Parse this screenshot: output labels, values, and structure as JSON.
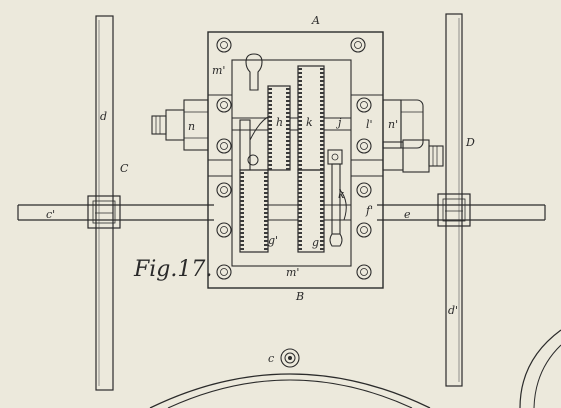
{
  "figure": {
    "caption": "Fig.17.",
    "colors": {
      "paper": "#ece9dc",
      "ink": "#2b2b2b",
      "hatch": "#3a3a3a"
    }
  },
  "labels": {
    "A": "A",
    "B": "B",
    "C": "C",
    "D": "D",
    "c_prime": "c'",
    "e": "e",
    "d": "d",
    "d_prime": "d'",
    "m_prime_top": "m'",
    "m_prime_bottom": "m'",
    "n": "n",
    "n_prime": "n'",
    "h": "h",
    "k_upper": "k",
    "j": "j",
    "l_prime": "l'",
    "f_prime": "f'",
    "k_lower": "k",
    "g_prime": "g'",
    "g": "g",
    "c_bottom": "c"
  }
}
